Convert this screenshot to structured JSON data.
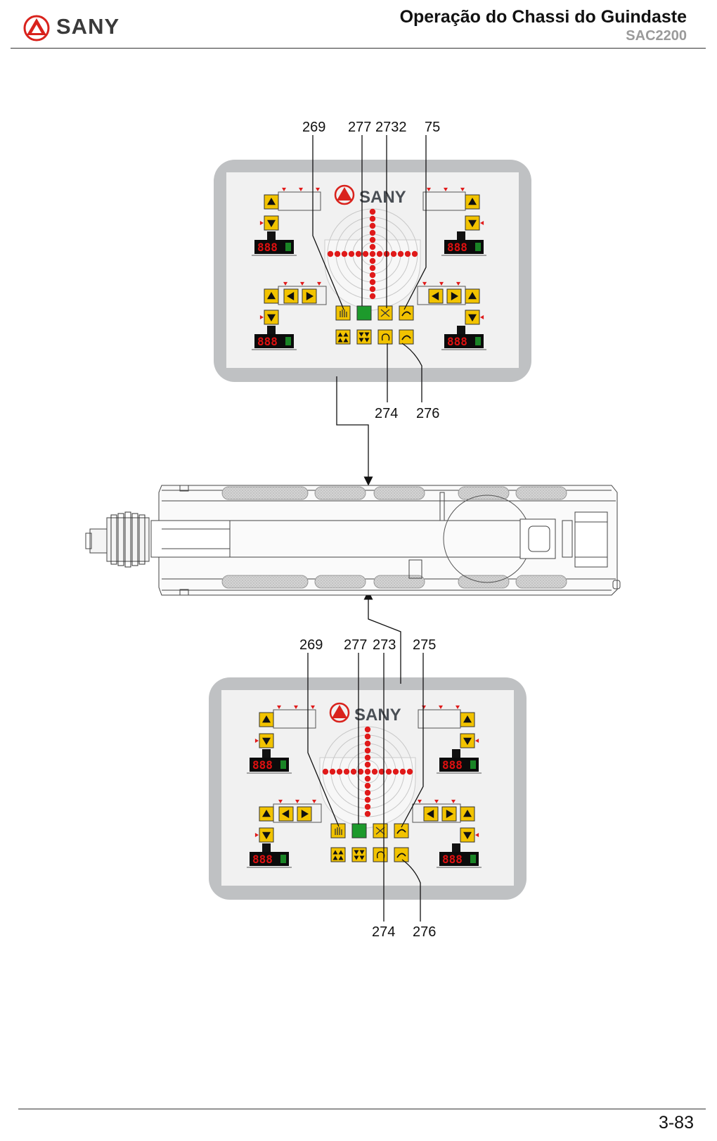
{
  "header": {
    "brand": "SANY",
    "title": "Operação do Chassi do Guindaste",
    "model": "SAC2200"
  },
  "footer": {
    "page_number": "3-83"
  },
  "panel_top": {
    "brand": "SANY",
    "callouts_above": [
      "269",
      "277",
      "2732",
      "75"
    ],
    "callouts_below": [
      "274",
      "276"
    ]
  },
  "panel_bottom": {
    "brand": "SANY",
    "callouts_above": [
      "269",
      "277",
      "273",
      "275"
    ],
    "callouts_below": [
      "274",
      "276"
    ]
  },
  "colors": {
    "frame_gray": "#bfc1c3",
    "panel_face": "#f1f1f1",
    "button_yellow": "#f2c300",
    "lamp_red": "#e01a1a",
    "lamp_green": "#1d9a2c",
    "brand_red": "#d9221c"
  },
  "icons": [
    "triangle-up-icon",
    "triangle-down-icon",
    "triangle-left-icon",
    "triangle-right-icon",
    "hand-icon",
    "extend-icon",
    "retract-icon",
    "rotate-left-icon",
    "rotate-right-icon",
    "crane-chassis-drawing"
  ]
}
